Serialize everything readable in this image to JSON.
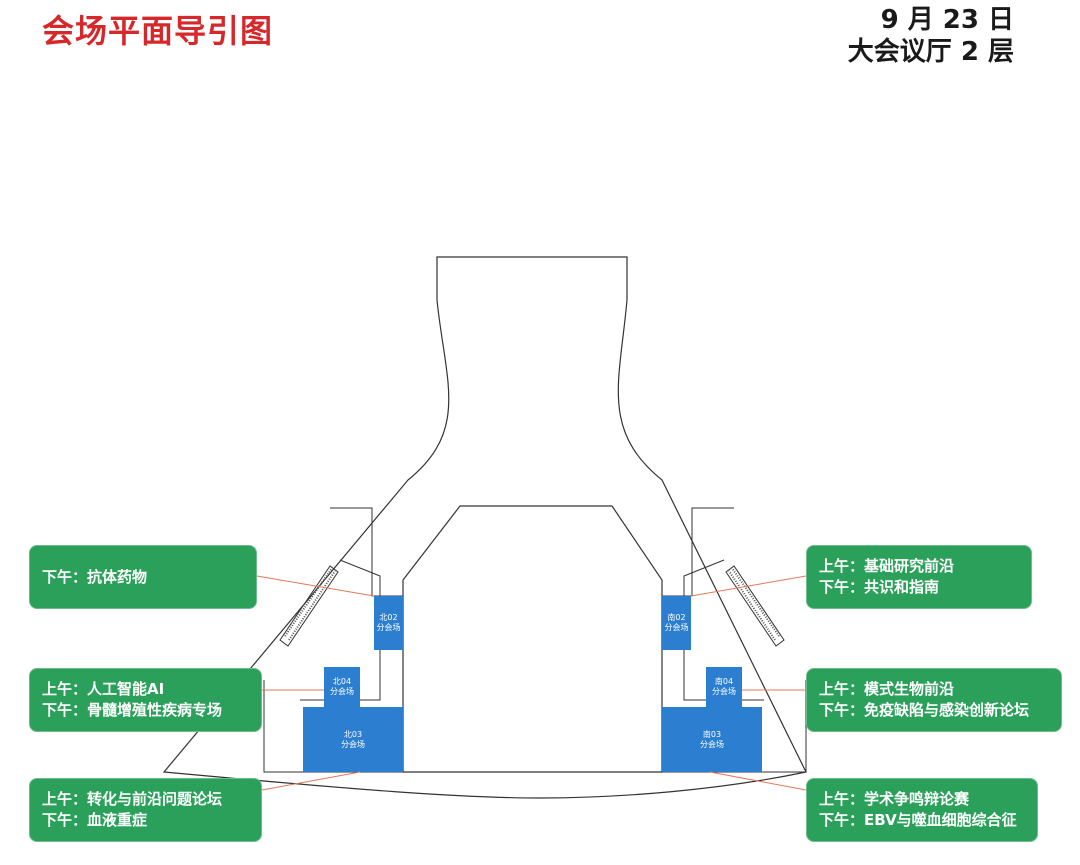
{
  "header": {
    "title": "会场平面导引图",
    "date": "9 月 23 日",
    "venue": "大会议厅 2 层"
  },
  "rooms": {
    "north02": {
      "name": "北02",
      "sub": "分会场"
    },
    "north04": {
      "name": "北04",
      "sub": "分会场"
    },
    "north03": {
      "name": "北03",
      "sub": "分会场"
    },
    "south02": {
      "name": "南02",
      "sub": "分会场"
    },
    "south04": {
      "name": "南04",
      "sub": "分会场"
    },
    "south03": {
      "name": "南03",
      "sub": "分会场"
    }
  },
  "callouts": {
    "north02": {
      "line1": "下午：抗体药物"
    },
    "north04": {
      "line1": "上午：人工智能AI",
      "line2": "下午：骨髓增殖性疾病专场"
    },
    "north03": {
      "line1": "上午：转化与前沿问题论坛",
      "line2": "下午：血液重症"
    },
    "south02": {
      "line1": "上午：基础研究前沿",
      "line2": "下午：共识和指南"
    },
    "south04": {
      "line1": "上午：模式生物前沿",
      "line2": "下午：免疫缺陷与感染创新论坛"
    },
    "south03": {
      "line1": "上午：学术争鸣辩论赛",
      "line2": "下午：EBV与噬血细胞综合征"
    }
  },
  "colors": {
    "title": "#d6282b",
    "room_fill": "#2c7fd0",
    "callout_fill": "#2aa05a",
    "leader_line": "#e07a5a",
    "outline": "#333333"
  }
}
